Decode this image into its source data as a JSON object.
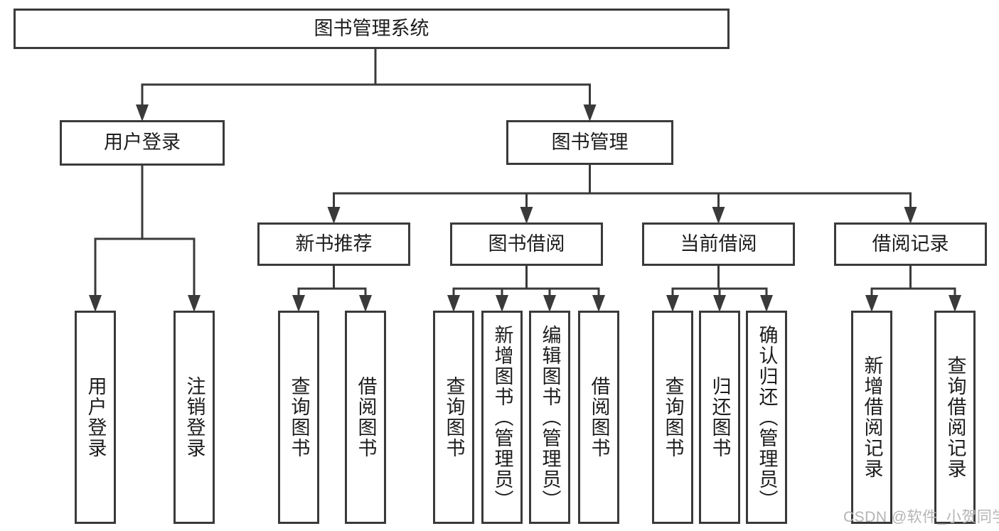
{
  "diagram": {
    "title": "图书管理系统",
    "watermark": "CSDN @软件_小贺同学",
    "colors": {
      "line": "#3a3a3a",
      "text": "#1d1d1d",
      "box_background": "#ffffff",
      "background": "#ffffff",
      "watermark": "#b4b4b4"
    },
    "nodes": [
      {
        "id": "root",
        "label": "图书管理系统"
      },
      {
        "id": "user-login",
        "label": "用户登录"
      },
      {
        "id": "book-mgmt",
        "label": "图书管理"
      },
      {
        "id": "new-book-rec",
        "label": "新书推荐"
      },
      {
        "id": "book-borrow",
        "label": "图书借阅"
      },
      {
        "id": "current-borrow",
        "label": "当前借阅"
      },
      {
        "id": "borrow-records",
        "label": "借阅记录"
      },
      {
        "id": "login-action",
        "label": "用户登录"
      },
      {
        "id": "logout-action",
        "label": "注销登录"
      },
      {
        "id": "query-books-rec",
        "label": "查询图书"
      },
      {
        "id": "borrow-books-rec",
        "label": "借阅图书"
      },
      {
        "id": "query-books-borrow",
        "label": "查询图书"
      },
      {
        "id": "add-books-admin",
        "label": "新增图书（管理员）"
      },
      {
        "id": "edit-books-admin",
        "label": "编辑图书（管理员）"
      },
      {
        "id": "borrow-books-borrow",
        "label": "借阅图书"
      },
      {
        "id": "query-books-current",
        "label": "查询图书"
      },
      {
        "id": "return-books",
        "label": "归还图书"
      },
      {
        "id": "confirm-return-admin",
        "label": "确认归还（管理员）"
      },
      {
        "id": "add-borrow-record",
        "label": "新增借阅记录"
      },
      {
        "id": "query-borrow-record",
        "label": "查询借阅记录"
      }
    ],
    "edges": [
      {
        "from": "root",
        "to": [
          "user-login",
          "book-mgmt"
        ]
      },
      {
        "from": "user-login",
        "to": [
          "login-action",
          "logout-action"
        ]
      },
      {
        "from": "book-mgmt",
        "to": [
          "new-book-rec",
          "book-borrow",
          "current-borrow",
          "borrow-records"
        ]
      },
      {
        "from": "new-book-rec",
        "to": [
          "query-books-rec",
          "borrow-books-rec"
        ]
      },
      {
        "from": "book-borrow",
        "to": [
          "query-books-borrow",
          "add-books-admin",
          "edit-books-admin",
          "borrow-books-borrow"
        ]
      },
      {
        "from": "current-borrow",
        "to": [
          "query-books-current",
          "return-books",
          "confirm-return-admin"
        ]
      },
      {
        "from": "borrow-records",
        "to": [
          "add-borrow-record",
          "query-borrow-record"
        ]
      }
    ]
  }
}
